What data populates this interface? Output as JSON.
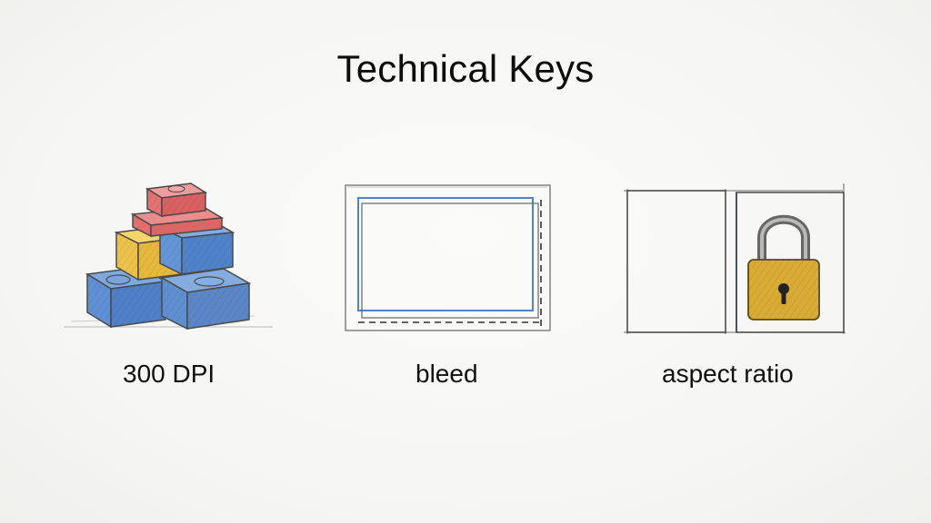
{
  "title": "Technical Keys",
  "items": [
    {
      "label": "300 DPI",
      "icon": "stacked-blocks-icon"
    },
    {
      "label": "bleed",
      "icon": "bleed-frame-icon"
    },
    {
      "label": "aspect ratio",
      "icon": "locked-aspect-ratio-icon"
    }
  ],
  "colors": {
    "red": "#e36b6b",
    "yellow": "#f2cf56",
    "blue": "#5d8fd1",
    "lock_gold": "#d8a92f",
    "pencil": "#5b5b5b",
    "guide_blue": "#4e83cf"
  }
}
